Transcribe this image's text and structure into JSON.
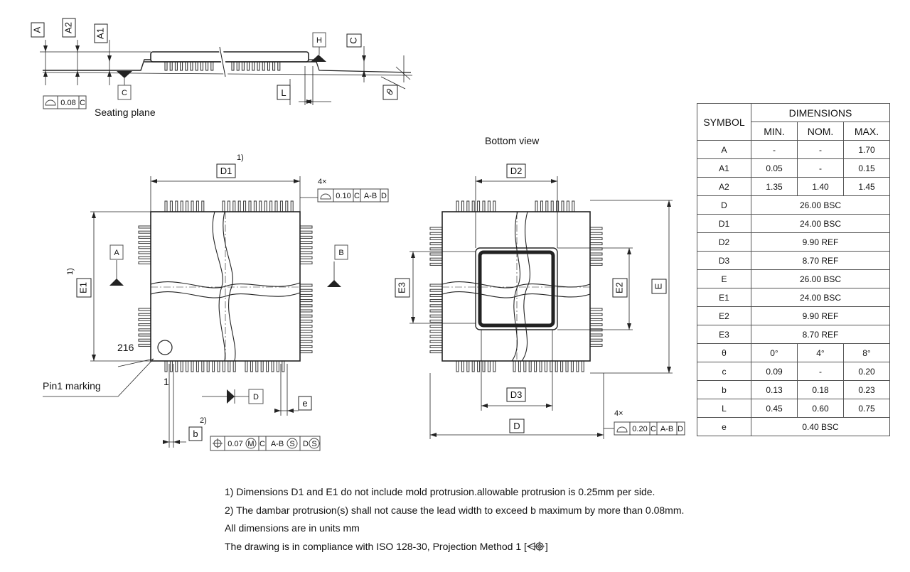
{
  "side_view": {
    "labels": [
      "A",
      "A2",
      "A1",
      "H",
      "C",
      "C",
      "L",
      "θ"
    ],
    "flatness_value": "0.08",
    "flatness_datum": "C",
    "seating_plane": "Seating plane"
  },
  "top_view": {
    "d1_label": "D1",
    "d1_note": "1)",
    "e1_label": "E1",
    "e1_note": "1)",
    "datum_a": "A",
    "datum_b": "B",
    "datum_d": "D",
    "pin216": "216",
    "pin1": "1",
    "pin1_marking": "Pin1 marking",
    "e_label": "e",
    "b_label": "b",
    "b_note": "2)",
    "profile_count": "4×",
    "profile_value": "0.10",
    "profile_refs": [
      "C",
      "A-B",
      "D"
    ],
    "position_value": "0.07",
    "position_mod": "M",
    "position_refs": [
      "C",
      "A-B",
      "S",
      "D",
      "S"
    ]
  },
  "bottom_view": {
    "title": "Bottom view",
    "d2_label": "D2",
    "d3_label": "D3",
    "e2_label": "E2",
    "e3_label": "E3",
    "e_label": "E",
    "d_label": "D",
    "profile_count": "4×",
    "profile_value": "0.20",
    "profile_refs": [
      "C",
      "A-B",
      "D"
    ]
  },
  "table": {
    "symbol_header": "SYMBOL",
    "dimensions_header": "DIMENSIONS",
    "min_header": "MIN.",
    "nom_header": "NOM.",
    "max_header": "MAX.",
    "rows": [
      {
        "symbol": "A",
        "min": "-",
        "nom": "-",
        "max": "1.70"
      },
      {
        "symbol": "A1",
        "min": "0.05",
        "nom": "-",
        "max": "0.15"
      },
      {
        "symbol": "A2",
        "min": "1.35",
        "nom": "1.40",
        "max": "1.45"
      },
      {
        "symbol": "D",
        "span": "26.00 BSC"
      },
      {
        "symbol": "D1",
        "span": "24.00 BSC"
      },
      {
        "symbol": "D2",
        "span": "9.90 REF"
      },
      {
        "symbol": "D3",
        "span": "8.70 REF"
      },
      {
        "symbol": "E",
        "span": "26.00 BSC"
      },
      {
        "symbol": "E1",
        "span": "24.00 BSC"
      },
      {
        "symbol": "E2",
        "span": "9.90 REF"
      },
      {
        "symbol": "E3",
        "span": "8.70 REF"
      },
      {
        "symbol": "θ",
        "min": "0°",
        "nom": "4°",
        "max": "8°"
      },
      {
        "symbol": "c",
        "min": "0.09",
        "nom": "-",
        "max": "0.20"
      },
      {
        "symbol": "b",
        "min": "0.13",
        "nom": "0.18",
        "max": "0.23"
      },
      {
        "symbol": "L",
        "min": "0.45",
        "nom": "0.60",
        "max": "0.75"
      },
      {
        "symbol": "e",
        "span": "0.40 BSC"
      }
    ]
  },
  "notes": [
    "1) Dimensions D1 and E1 do not include mold protrusion.allowable protrusion is 0.25mm per side.",
    "2) The dambar protrusion(s) shall not cause the lead width to exceed b maximum by more than 0.08mm.",
    "All dimensions are in units mm",
    "The drawing is in compliance with ISO 128-30, Projection Method 1 ["
  ],
  "notes_tail": "]"
}
